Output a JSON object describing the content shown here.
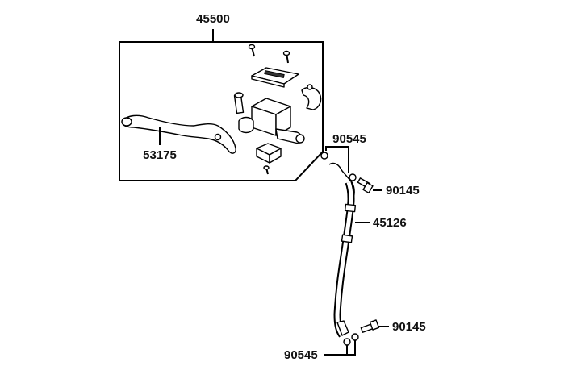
{
  "diagram": {
    "assembly": {
      "part_number": "45500"
    },
    "parts": [
      {
        "part_number": "53175"
      },
      {
        "part_number": "90545"
      },
      {
        "part_number": "90145"
      },
      {
        "part_number": "45126"
      },
      {
        "part_number": "90145"
      },
      {
        "part_number": "90545"
      }
    ]
  }
}
